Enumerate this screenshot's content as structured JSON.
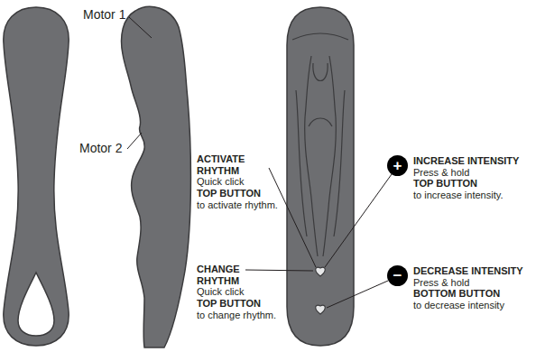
{
  "diagram": {
    "nodes": [
      {
        "text": [
          "+"
        ]
      },
      {
        "text": [
          "−"
        ]
      }
    ],
    "labels": [
      "Motor 1",
      "Motor 2",
      "ACTIVATE RHYTHM",
      "Quick click",
      "TOP BUTTON",
      "to activate rhythm.",
      "CHANGE RHYTHM",
      "Quick click",
      "TOP BUTTON",
      "to change rhythm.",
      "INCREASE INTENSITY",
      "Press & hold",
      "TOP BUTTON",
      "to increase intensity.",
      "DECREASE INTENSITY",
      "Press & hold",
      "BOTTOM BUTTON",
      "to decrease intensity"
    ]
  }
}
